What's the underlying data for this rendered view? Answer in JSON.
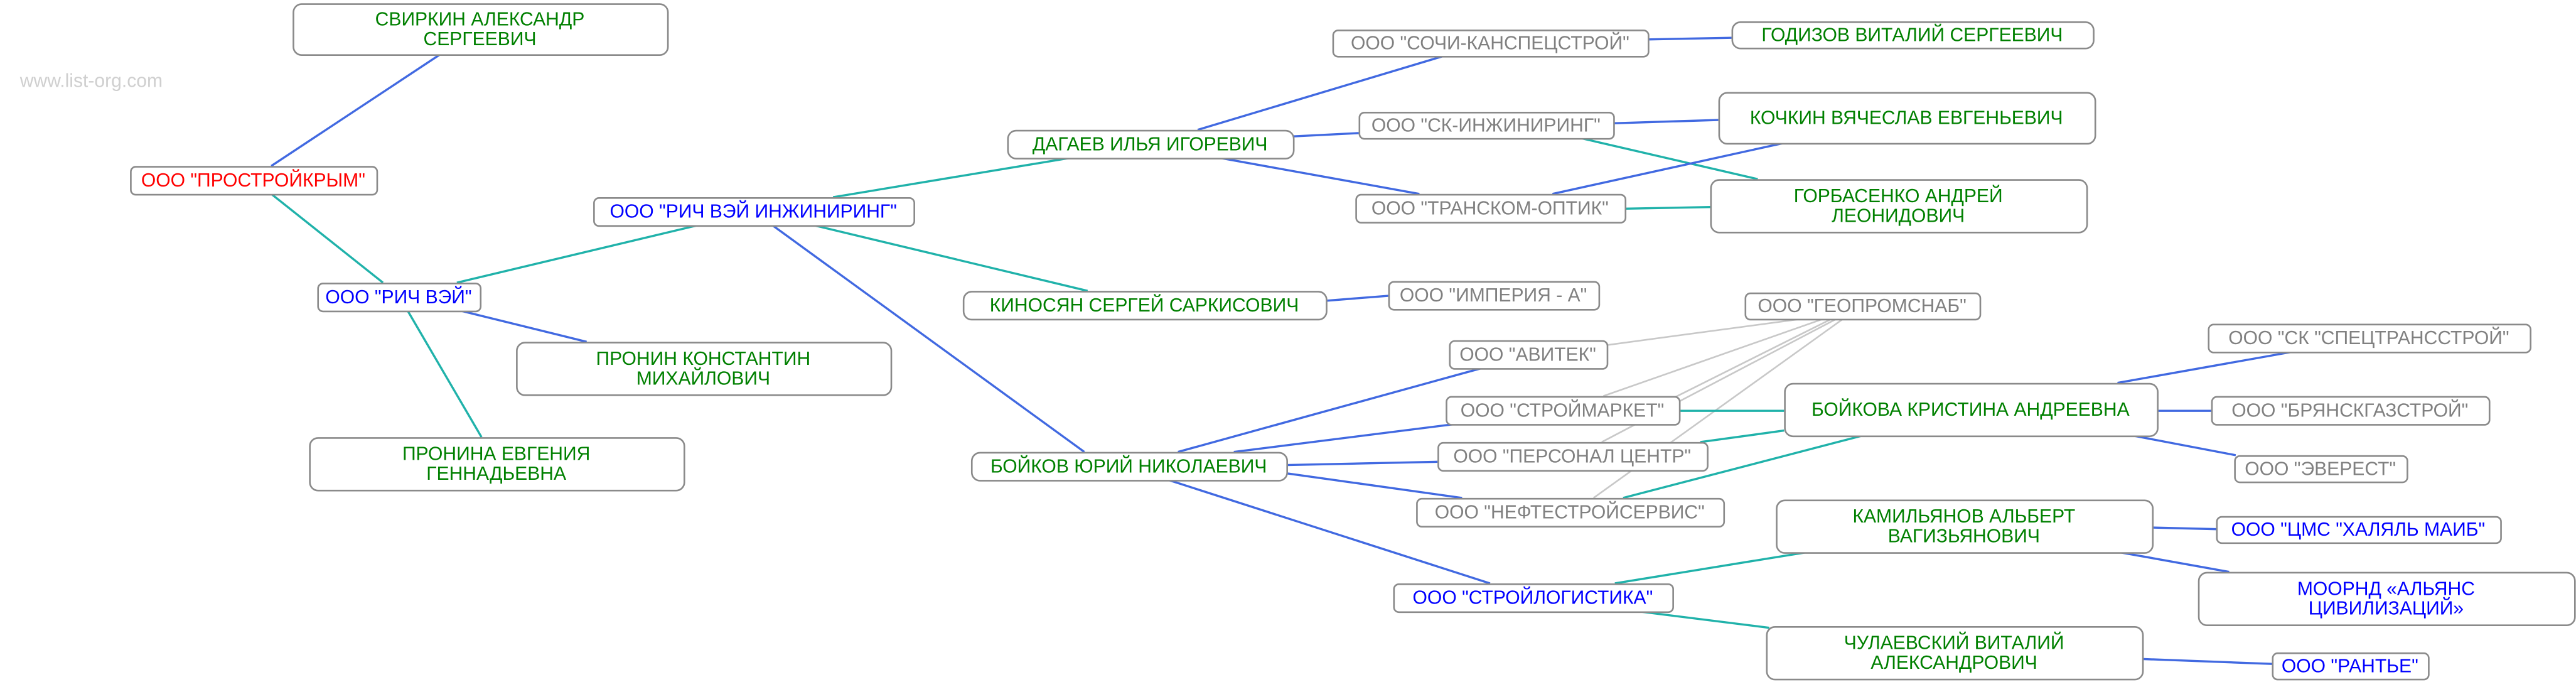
{
  "watermark": "www.list-org.com",
  "colors": {
    "person_text": "#008000",
    "org_text": "#808080",
    "active_org_text": "#0000ff",
    "root_text": "#ff0000",
    "edge_founder": "#4169e1",
    "edge_director": "#20b2aa",
    "edge_related": "#c8c8c8"
  },
  "nodes": [
    {
      "id": "svirkin",
      "type": "person",
      "lines": [
        "СВИРКИН АЛЕКСАНДР",
        "СЕРГЕЕВИЧ"
      ]
    },
    {
      "id": "prostroykrym",
      "type": "root",
      "lines": [
        "ООО \"ПРОСТРОЙКРЫМ\""
      ]
    },
    {
      "id": "richway",
      "type": "active",
      "lines": [
        "ООО \"РИЧ ВЭЙ\""
      ]
    },
    {
      "id": "pronin",
      "type": "person",
      "lines": [
        "ПРОНИН КОНСТАНТИН",
        "МИХАЙЛОВИЧ"
      ]
    },
    {
      "id": "pronina",
      "type": "person",
      "lines": [
        "ПРОНИНА ЕВГЕНИЯ",
        "ГЕННАДЬЕВНА"
      ]
    },
    {
      "id": "richway_eng",
      "type": "active",
      "lines": [
        "ООО \"РИЧ ВЭЙ ИНЖИНИРИНГ\""
      ]
    },
    {
      "id": "dagaev",
      "type": "person",
      "lines": [
        "ДАГАЕВ ИЛЬЯ ИГОРЕВИЧ"
      ]
    },
    {
      "id": "kinosyan",
      "type": "person",
      "lines": [
        "КИНОСЯН СЕРГЕЙ САРКИСОВИЧ"
      ]
    },
    {
      "id": "boykov",
      "type": "person",
      "lines": [
        "БОЙКОВ ЮРИЙ НИКОЛАЕВИЧ"
      ]
    },
    {
      "id": "sochi",
      "type": "org",
      "lines": [
        "ООО \"СОЧИ-КАНСПЕЦСТРОЙ\""
      ]
    },
    {
      "id": "sk_eng",
      "type": "org",
      "lines": [
        "ООО \"СК-ИНЖИНИРИНГ\""
      ]
    },
    {
      "id": "transkom",
      "type": "org",
      "lines": [
        "ООО \"ТРАНСКОМ-ОПТИК\""
      ]
    },
    {
      "id": "godizov",
      "type": "person",
      "lines": [
        "ГОДИЗОВ ВИТАЛИЙ СЕРГЕЕВИЧ"
      ]
    },
    {
      "id": "kochkin",
      "type": "person",
      "lines": [
        "КОЧКИН ВЯЧЕСЛАВ ЕВГЕНЬЕВИЧ"
      ]
    },
    {
      "id": "gorbasenko",
      "type": "person",
      "lines": [
        "ГОРБАСЕНКО АНДРЕЙ",
        "ЛЕОНИДОВИЧ"
      ]
    },
    {
      "id": "imperia",
      "type": "org",
      "lines": [
        "ООО \"ИМПЕРИЯ - А\""
      ]
    },
    {
      "id": "geopromsnab",
      "type": "org",
      "lines": [
        "ООО \"ГЕОПРОМСНАБ\""
      ]
    },
    {
      "id": "avitek",
      "type": "org",
      "lines": [
        "ООО \"АВИТЕК\""
      ]
    },
    {
      "id": "stroymarket",
      "type": "org",
      "lines": [
        "ООО \"СТРОЙМАРКЕТ\""
      ]
    },
    {
      "id": "personal",
      "type": "org",
      "lines": [
        "ООО \"ПЕРСОНАЛ ЦЕНТР\""
      ]
    },
    {
      "id": "neftestroy",
      "type": "org",
      "lines": [
        "ООО \"НЕФТЕСТРОЙСЕРВИС\""
      ]
    },
    {
      "id": "boykova",
      "type": "person",
      "lines": [
        "БОЙКОВА КРИСТИНА АНДРЕЕВНА"
      ]
    },
    {
      "id": "sk_spectr",
      "type": "org",
      "lines": [
        "ООО \"СК \"СПЕЦТРАНССТРОЙ\""
      ]
    },
    {
      "id": "bryansk",
      "type": "org",
      "lines": [
        "ООО \"БРЯНСКГАЗСТРОЙ\""
      ]
    },
    {
      "id": "everest",
      "type": "org",
      "lines": [
        "ООО \"ЭВЕРЕСТ\""
      ]
    },
    {
      "id": "kamilyanov",
      "type": "person",
      "lines": [
        "КАМИЛЬЯНОВ АЛЬБЕРТ",
        "ВАГИЗЬЯНОВИЧ"
      ]
    },
    {
      "id": "cms",
      "type": "active",
      "lines": [
        "ООО \"ЦМС \"ХАЛЯЛЬ МАИБ\""
      ]
    },
    {
      "id": "moornd",
      "type": "active",
      "lines": [
        "МООРНД «АЛЬЯНС",
        "ЦИВИЛИЗАЦИЙ»"
      ]
    },
    {
      "id": "stroylog",
      "type": "active",
      "lines": [
        "ООО \"СТРОЙЛОГИСТИКА\""
      ]
    },
    {
      "id": "chulaevsky",
      "type": "person",
      "lines": [
        "ЧУЛАЕВСКИЙ ВИТАЛИЙ",
        "АЛЕКСАНДРОВИЧ"
      ]
    },
    {
      "id": "rantye",
      "type": "active",
      "lines": [
        "ООО \"РАНТЬЕ\""
      ]
    }
  ],
  "edges": [
    {
      "from": "svirkin",
      "to": "prostroykrym",
      "kind": "founder"
    },
    {
      "from": "prostroykrym",
      "to": "richway",
      "kind": "director"
    },
    {
      "from": "richway",
      "to": "richway_eng",
      "kind": "director"
    },
    {
      "from": "richway",
      "to": "pronin",
      "kind": "founder"
    },
    {
      "from": "richway",
      "to": "pronina",
      "kind": "director"
    },
    {
      "from": "richway_eng",
      "to": "dagaev",
      "kind": "director"
    },
    {
      "from": "richway_eng",
      "to": "kinosyan",
      "kind": "director"
    },
    {
      "from": "richway_eng",
      "to": "boykov",
      "kind": "founder"
    },
    {
      "from": "dagaev",
      "to": "sochi",
      "kind": "founder"
    },
    {
      "from": "dagaev",
      "to": "sk_eng",
      "kind": "founder"
    },
    {
      "from": "dagaev",
      "to": "transkom",
      "kind": "founder"
    },
    {
      "from": "sochi",
      "to": "godizov",
      "kind": "founder"
    },
    {
      "from": "sk_eng",
      "to": "kochkin",
      "kind": "founder"
    },
    {
      "from": "sk_eng",
      "to": "gorbasenko",
      "kind": "director"
    },
    {
      "from": "transkom",
      "to": "kochkin",
      "kind": "founder"
    },
    {
      "from": "transkom",
      "to": "gorbasenko",
      "kind": "director"
    },
    {
      "from": "kinosyan",
      "to": "imperia",
      "kind": "founder"
    },
    {
      "from": "avitek",
      "to": "geopromsnab",
      "kind": "related"
    },
    {
      "from": "stroymarket",
      "to": "geopromsnab",
      "kind": "related"
    },
    {
      "from": "stroymarket",
      "to": "geopromsnab",
      "kind": "related"
    },
    {
      "from": "personal",
      "to": "geopromsnab",
      "kind": "related"
    },
    {
      "from": "neftestroy",
      "to": "geopromsnab",
      "kind": "related"
    },
    {
      "from": "stroymarket",
      "to": "boykova",
      "kind": "director"
    },
    {
      "from": "personal",
      "to": "boykova",
      "kind": "director"
    },
    {
      "from": "neftestroy",
      "to": "boykova",
      "kind": "director"
    },
    {
      "from": "boykov",
      "to": "avitek",
      "kind": "founder"
    },
    {
      "from": "boykov",
      "to": "stroymarket",
      "kind": "founder"
    },
    {
      "from": "boykov",
      "to": "personal",
      "kind": "founder"
    },
    {
      "from": "boykov",
      "to": "neftestroy",
      "kind": "founder"
    },
    {
      "from": "boykov",
      "to": "stroylog",
      "kind": "founder"
    },
    {
      "from": "boykova",
      "to": "sk_spectr",
      "kind": "founder"
    },
    {
      "from": "boykova",
      "to": "bryansk",
      "kind": "founder"
    },
    {
      "from": "boykova",
      "to": "everest",
      "kind": "founder"
    },
    {
      "from": "kamilyanov",
      "to": "cms",
      "kind": "founder"
    },
    {
      "from": "kamilyanov",
      "to": "moornd",
      "kind": "founder"
    },
    {
      "from": "stroylog",
      "to": "kamilyanov",
      "kind": "director"
    },
    {
      "from": "stroylog",
      "to": "chulaevsky",
      "kind": "director"
    },
    {
      "from": "chulaevsky",
      "to": "rantye",
      "kind": "founder"
    }
  ]
}
